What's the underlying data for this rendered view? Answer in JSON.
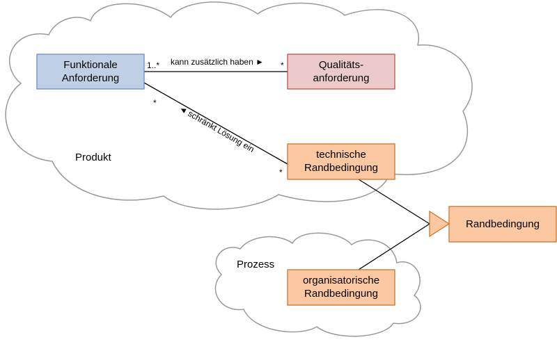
{
  "clouds": {
    "product_label": "Produkt",
    "process_label": "Prozess"
  },
  "boxes": {
    "functional": {
      "line1": "Funktionale",
      "line2": "Anforderung"
    },
    "quality": {
      "line1": "Qualitäts-",
      "line2": "anforderung"
    },
    "technical": {
      "line1": "technische",
      "line2": "Randbedingung"
    },
    "constraint": {
      "line1": "Randbedingung"
    },
    "organizational": {
      "line1": "organisatorische",
      "line2": "Randbedingung"
    }
  },
  "associations": {
    "has_additionally": {
      "label": "kann zusätzlich haben ►",
      "source_multiplicity": "1..*",
      "target_multiplicity": "*"
    },
    "restricts_solution": {
      "label": "◄ schränkt Lösung ein",
      "source_multiplicity": "*",
      "target_multiplicity": "*"
    }
  },
  "colors": {
    "functional_fill": "#bfd0e6",
    "functional_stroke": "#6c8ebf",
    "quality_fill": "#eccacc",
    "quality_stroke": "#b85450",
    "orange_fill": "#fbc8a2",
    "orange_stroke": "#c9772f",
    "cloud_stroke": "#999999"
  }
}
